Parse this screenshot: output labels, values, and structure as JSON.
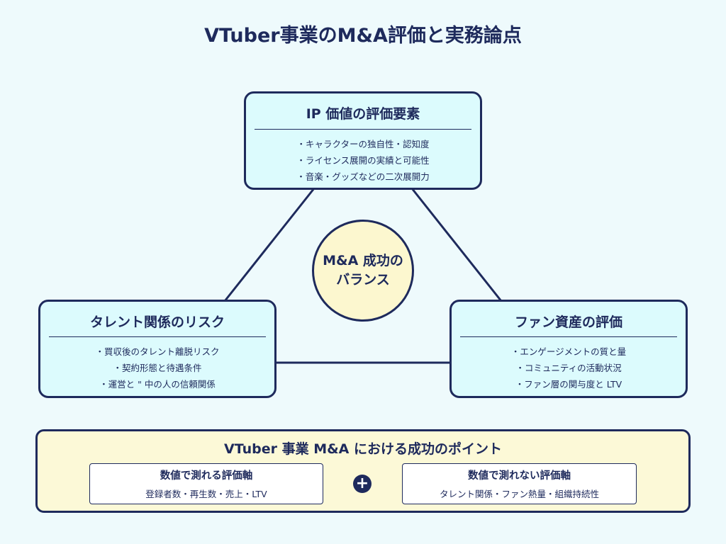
{
  "title": "VTuber事業のM&A評価と実務論点",
  "center": {
    "line1": "M&A 成功の",
    "line2": "バランス"
  },
  "ip_box": {
    "title": "IP 価値の評価要素",
    "items": [
      "・キャラクターの独自性・認知度",
      "・ライセンス展開の実績と可能性",
      "・音楽・グッズなどの二次展開力"
    ]
  },
  "talent_box": {
    "title": "タレント関係のリスク",
    "items": [
      "・買収後のタレント離脱リスク",
      "・契約形態と待遇条件",
      "・運営と \" 中の人の信頼関係"
    ]
  },
  "fan_box": {
    "title": "ファン資産の評価",
    "items": [
      "・エンゲージメントの質と量",
      "・コミュニティの活動状況",
      "・ファン層の関与度と LTV"
    ]
  },
  "points": {
    "title": "VTuber 事業 M&A における成功のポイント",
    "left": {
      "title": "数値で測れる評価軸",
      "text": "登録者数・再生数・売上・LTV"
    },
    "right": {
      "title": "数値で測れない評価軸",
      "text": "タレント関係・ファン熱量・組織持続性"
    },
    "plus_symbol": "+"
  },
  "colors": {
    "navy": "#1e2a5c",
    "cyan_box": "#dcfbfd",
    "yellow": "#fcf7cf",
    "background": "#eefafc"
  }
}
